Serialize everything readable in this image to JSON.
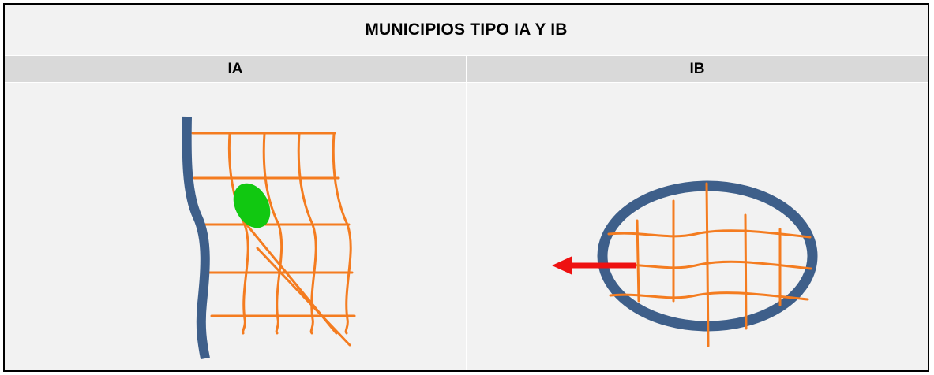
{
  "table": {
    "title": "MUNICIPIOS TIPO IA Y IB",
    "columns": [
      {
        "label": "IA"
      },
      {
        "label": "IB"
      }
    ]
  },
  "colors": {
    "river": "#3e5f8a",
    "street_grid": "#f47c20",
    "green_area": "#11c811",
    "arrow": "#ee1111",
    "header_bg": "#d9d9d9",
    "cell_bg": "#f2f2f2"
  }
}
